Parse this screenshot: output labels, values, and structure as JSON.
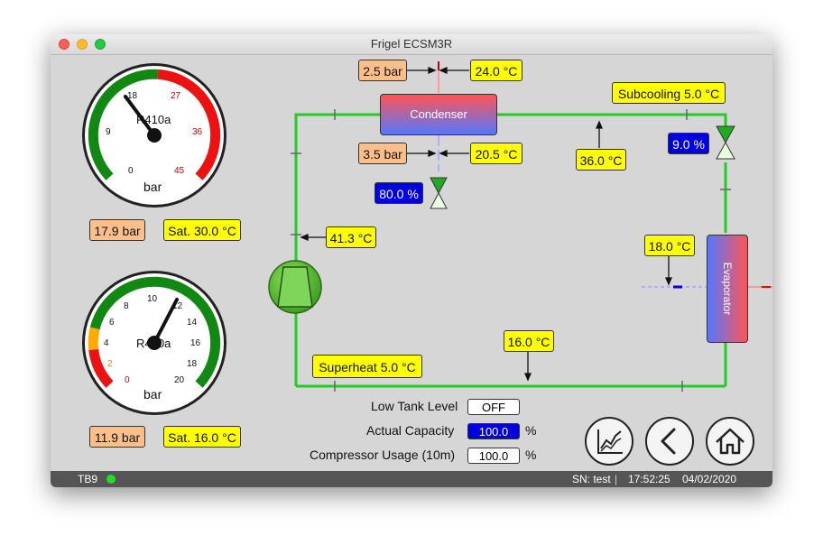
{
  "window": {
    "title": "Frigel ECSM3R"
  },
  "gauges": [
    {
      "refrigerant": "R410a",
      "unit": "bar",
      "ticks": [
        "0",
        "9",
        "18",
        "27",
        "36",
        "45"
      ],
      "pressure": "17.9 bar",
      "saturation": "Sat. 30.0 °C"
    },
    {
      "refrigerant": "R410a",
      "unit": "bar",
      "ticks": [
        "0",
        "2",
        "4",
        "6",
        "8",
        "10",
        "12",
        "14",
        "16",
        "18",
        "20"
      ],
      "pressure": "11.9 bar",
      "saturation": "Sat. 16.0 °C"
    }
  ],
  "diagram": {
    "condenser_label": "Condenser",
    "evaporator_label": "Evaporator",
    "cond_water_in_pressure": "2.5 bar",
    "cond_water_in_temp": "24.0 °C",
    "cond_water_out_pressure": "3.5 bar",
    "cond_water_out_temp": "20.5 °C",
    "cond_valve_opening": "80.0 %",
    "subcooling": "Subcooling 5.0 °C",
    "liquid_line_temp": "36.0 °C",
    "exp_valve_opening": "9.0 %",
    "discharge_temp": "41.3 °C",
    "evap_water_temp": "18.0 °C",
    "suction_temp": "16.0 °C",
    "superheat": "Superheat 5.0 °C"
  },
  "status": {
    "low_tank_label": "Low Tank Level",
    "low_tank_value": "OFF",
    "capacity_label": "Actual Capacity",
    "capacity_value": "100.0",
    "capacity_unit": "%",
    "usage_label": "Compressor Usage (10m)",
    "usage_value": "100.0",
    "usage_unit": "%"
  },
  "statusbar": {
    "device": "TB9",
    "serial": "SN: test",
    "time": "17:52:25",
    "date": "04/02/2020"
  },
  "colors": {
    "pipe": "#22cc22",
    "valve": "#228822",
    "label_bg": "#ffff00",
    "pressure_bg": "#fdbf8a",
    "valve_bg": "#0000e0"
  }
}
